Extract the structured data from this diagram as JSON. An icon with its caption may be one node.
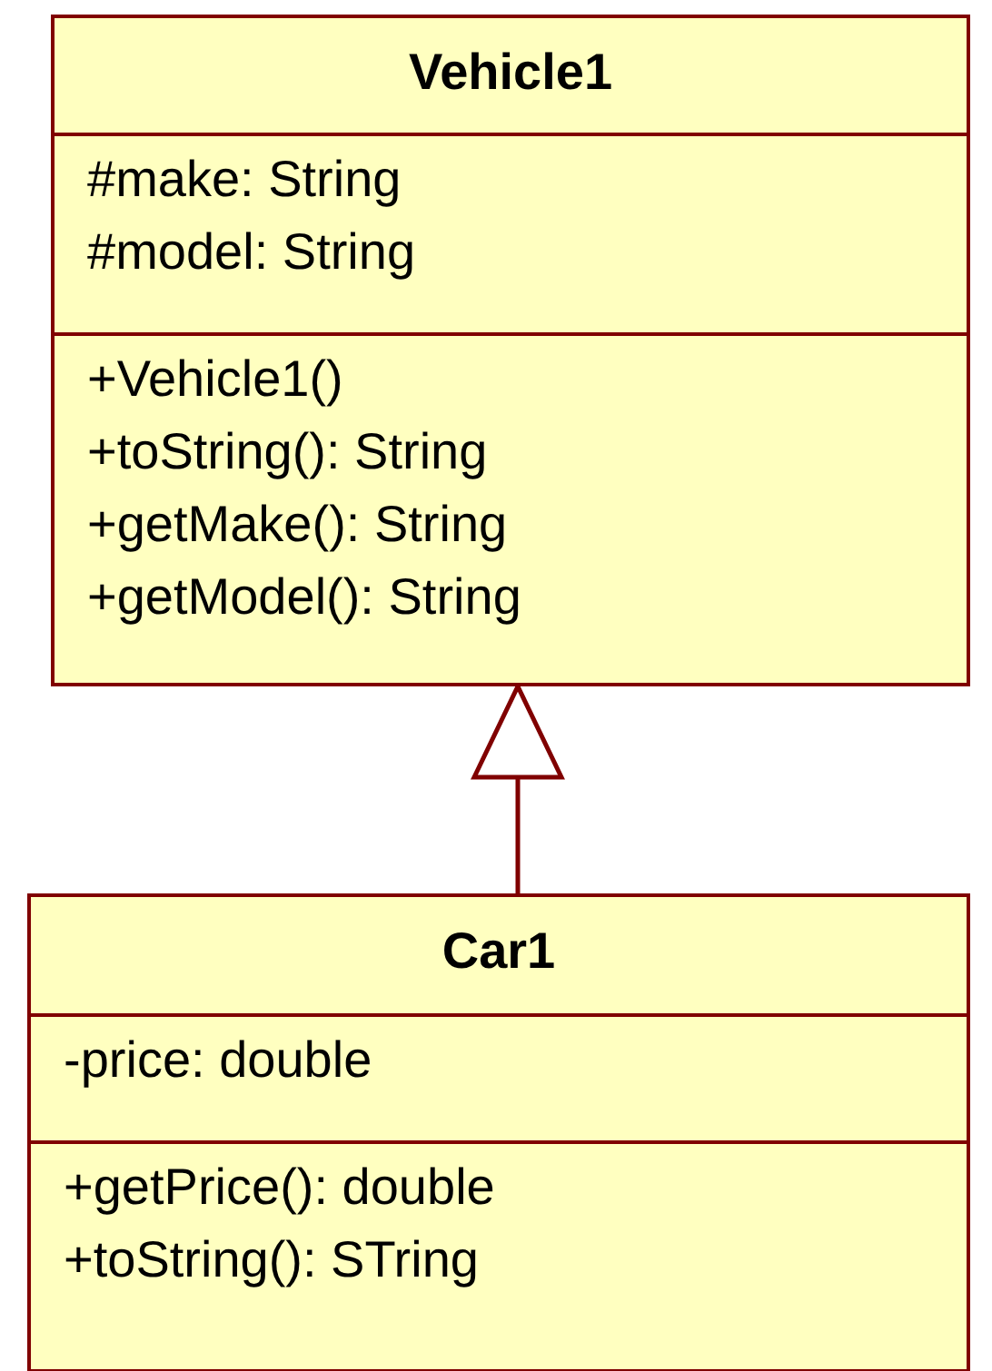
{
  "diagram": {
    "nodes": [
      {
        "text": [
          "Vehicle1"
        ]
      },
      {
        "text": [
          "#make: String",
          "#model: String"
        ],
        "in": 0
      },
      {
        "text": [
          "+Vehicle1()",
          "+toString(): String",
          "+getMake(): String",
          "+getModel(): String"
        ],
        "in": 0
      },
      {
        "text": [
          "Car1"
        ]
      },
      {
        "text": [
          "-price: double"
        ],
        "in": 3
      },
      {
        "text": [
          "+getPrice(): double",
          "+toString(): STring"
        ],
        "in": 3
      }
    ],
    "edges": [
      {
        "from": 3,
        "to": 0,
        "arrow": "to"
      }
    ]
  }
}
